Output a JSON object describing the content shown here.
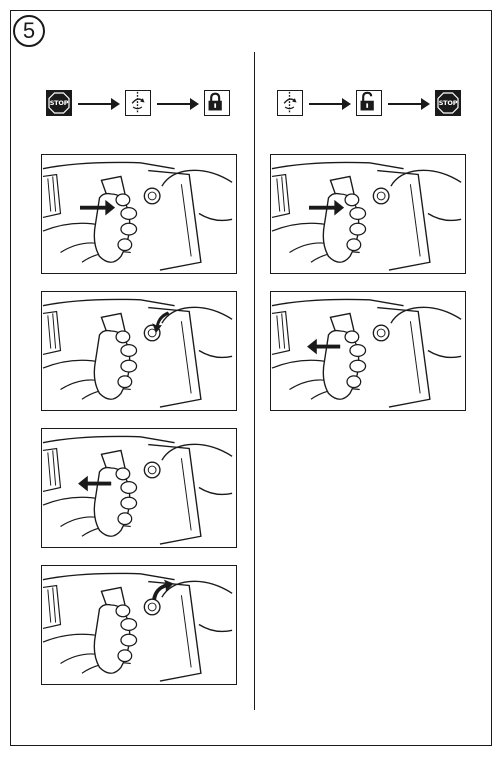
{
  "step": {
    "number": "5"
  },
  "left_sequence": {
    "symbols": [
      {
        "icon": "stop-icon",
        "text": "STOP"
      },
      {
        "icon": "rotation-icon"
      },
      {
        "icon": "lock-closed-icon"
      }
    ]
  },
  "right_sequence": {
    "symbols": [
      {
        "icon": "rotation-icon"
      },
      {
        "icon": "lock-open-icon"
      },
      {
        "icon": "stop-icon",
        "text": "STOP"
      }
    ]
  },
  "left_panels": [
    {
      "illustration": "push-lock-button-icon",
      "arrow": "right"
    },
    {
      "illustration": "release-switch-icon",
      "arrow": "curved-down"
    },
    {
      "illustration": "pull-lock-button-icon",
      "arrow": "left"
    },
    {
      "illustration": "release-switch-icon",
      "arrow": "curved-up"
    }
  ],
  "right_panels": [
    {
      "illustration": "push-lock-button-icon",
      "arrow": "right"
    },
    {
      "illustration": "pull-lock-button-icon",
      "arrow": "left"
    }
  ],
  "colors": {
    "ink": "#1a1a1a",
    "paper": "#ffffff"
  }
}
